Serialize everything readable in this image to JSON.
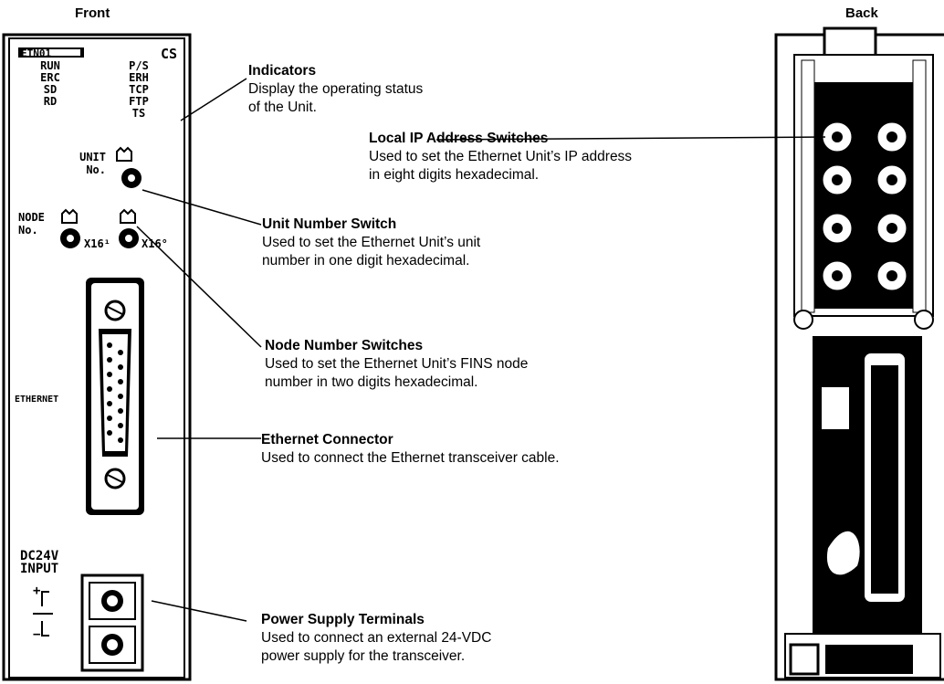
{
  "views": {
    "front": "Front",
    "back": "Back"
  },
  "front_panel": {
    "model": "ETN01",
    "series": "CS",
    "indicators_left": [
      "RUN",
      "ERC",
      "SD",
      "RD"
    ],
    "indicators_right": [
      "P/S",
      "ERH",
      "TCP",
      "FTP",
      "TS"
    ],
    "unit_label_1": "UNIT",
    "unit_label_2": "No.",
    "node_label_1": "NODE",
    "node_label_2": "No.",
    "x16_1": "X16¹",
    "x16_0": "X16°",
    "ethernet_label": "ETHERNET",
    "power_label_1": "DC24V",
    "power_label_2": "INPUT",
    "plus": "+",
    "minus": "−"
  },
  "callouts": [
    {
      "id": "indicators",
      "title": "Indicators",
      "desc": [
        "Display the operating status",
        "of the Unit."
      ]
    },
    {
      "id": "ip-switches",
      "title": "Local IP Address Switches",
      "desc": [
        "Used to set the Ethernet Unit’s IP address",
        "in eight digits hexadecimal."
      ]
    },
    {
      "id": "unit-switch",
      "title": "Unit Number Switch",
      "desc": [
        "Used to set the Ethernet Unit’s unit",
        "number in one digit hexadecimal."
      ]
    },
    {
      "id": "node-switches",
      "title": "Node Number Switches",
      "desc": [
        "Used to set the Ethernet Unit’s FINS node",
        "number in two digits hexadecimal."
      ]
    },
    {
      "id": "ethernet-connector",
      "title": "Ethernet Connector",
      "desc": [
        "Used to connect the Ethernet transceiver cable."
      ]
    },
    {
      "id": "power-terminals",
      "title": "Power Supply Terminals",
      "desc": [
        "Used to connect an external 24-VDC",
        "power supply for the transceiver."
      ]
    }
  ]
}
